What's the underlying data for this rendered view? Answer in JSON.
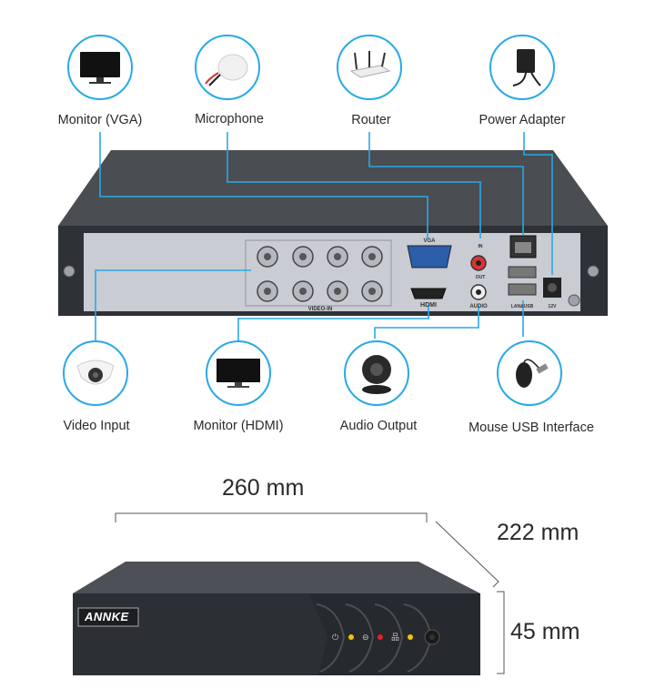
{
  "top_labels": {
    "monitor_vga": "Monitor (VGA)",
    "microphone": "Microphone",
    "router": "Router",
    "power_adapter": "Power Adapter"
  },
  "bottom_labels": {
    "video_input": "Video Input",
    "monitor_hdmi": "Monitor (HDMI)",
    "audio_output": "Audio Output",
    "mouse_usb": "Mouse USB Interface"
  },
  "panel_labels": {
    "vga": "VGA",
    "video_in": "VIDEO-IN",
    "hdmi": "HDMI",
    "audio": "AUDIO",
    "in": "IN",
    "out": "OUT",
    "lan_usb": "LAN&USB",
    "power": "12V"
  },
  "dimensions": {
    "width": "260 mm",
    "depth": "222 mm",
    "height": "45 mm"
  },
  "brand": "ANNKE",
  "colors": {
    "accent": "#29a9e6",
    "device_dark": "#3a3d42",
    "panel": "#c9ccd2"
  }
}
